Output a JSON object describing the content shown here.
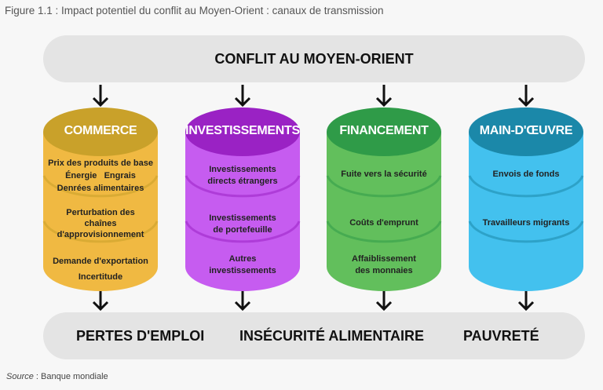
{
  "title": "Figure 1.1 : Impact potentiel du conflit au Moyen-Orient : canaux de transmission",
  "top_banner": "CONFLIT AU MOYEN-ORIENT",
  "channels": [
    {
      "name": "COMMERCE",
      "top_color": "#c9a12a",
      "body_color": "#f0b942",
      "items": [
        "Prix des produits de base",
        "Énergie   Engrais",
        "Denrées alimentaires",
        "Perturbation des",
        "chaînes",
        "d'approvisionnement",
        "Demande d'exportation",
        "Incertitude"
      ]
    },
    {
      "name": "INVESTISSEMENTS",
      "top_color": "#9a22c4",
      "body_color": "#c65cf0",
      "items": [
        "Investissements",
        "directs étrangers",
        "Investissements",
        "de portefeuille",
        "Autres",
        "investissements"
      ]
    },
    {
      "name": "FINANCEMENT",
      "top_color": "#2f9b48",
      "body_color": "#62bf5c",
      "items": [
        "Fuite vers la sécurité",
        "Coûts d'emprunt",
        "Affaiblissement",
        "des monnaies"
      ]
    },
    {
      "name": "MAIN-D'ŒUVRE",
      "top_color": "#1b88a9",
      "body_color": "#43c1ee",
      "items": [
        "Envois de fonds",
        "Travailleurs migrants"
      ]
    }
  ],
  "outcomes": [
    "PERTES D'EMPLOI",
    "INSÉCURITÉ ALIMENTAIRE",
    "PAUVRETÉ"
  ],
  "source_label": "Source",
  "source_text": " : Banque mondiale"
}
